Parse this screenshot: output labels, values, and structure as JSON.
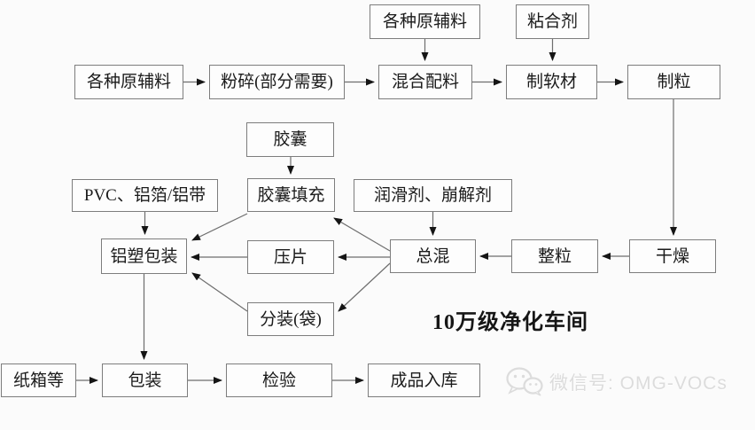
{
  "diagram": {
    "title": "10万级净化车间",
    "nodes": {
      "raw_top": "各种原辅料",
      "binder": "粘合剂",
      "raw_left": "各种原辅料",
      "crush": "粉碎(部分需要)",
      "mix": "混合配料",
      "soft_material": "制软材",
      "granulate": "制粒",
      "capsule": "胶囊",
      "pvc_foil": "PVC、铝箔/铝带",
      "capsule_fill": "胶囊填充",
      "lubricant": "润滑剂、崩解剂",
      "blister_pack": "铝塑包装",
      "tablet_press": "压片",
      "total_mix": "总混",
      "sizing": "整粒",
      "drying": "干燥",
      "sachet": "分装(袋)",
      "carton": "纸箱等",
      "packing": "包装",
      "inspection": "检验",
      "warehouse": "成品入库"
    },
    "edges": [
      {
        "from": "raw_left",
        "to": "crush"
      },
      {
        "from": "crush",
        "to": "mix"
      },
      {
        "from": "raw_top",
        "to": "mix"
      },
      {
        "from": "mix",
        "to": "soft_material"
      },
      {
        "from": "binder",
        "to": "soft_material"
      },
      {
        "from": "soft_material",
        "to": "granulate"
      },
      {
        "from": "granulate",
        "to": "drying"
      },
      {
        "from": "drying",
        "to": "sizing"
      },
      {
        "from": "sizing",
        "to": "total_mix"
      },
      {
        "from": "lubricant",
        "to": "total_mix"
      },
      {
        "from": "total_mix",
        "to": "capsule_fill"
      },
      {
        "from": "total_mix",
        "to": "tablet_press"
      },
      {
        "from": "total_mix",
        "to": "sachet"
      },
      {
        "from": "capsule",
        "to": "capsule_fill"
      },
      {
        "from": "capsule_fill",
        "to": "blister_pack"
      },
      {
        "from": "tablet_press",
        "to": "blister_pack"
      },
      {
        "from": "sachet",
        "to": "blister_pack"
      },
      {
        "from": "pvc_foil",
        "to": "blister_pack"
      },
      {
        "from": "blister_pack",
        "to": "packing"
      },
      {
        "from": "carton",
        "to": "packing"
      },
      {
        "from": "packing",
        "to": "inspection"
      },
      {
        "from": "inspection",
        "to": "warehouse"
      }
    ],
    "watermark": {
      "icon": "wechat-icon",
      "label": "微信号: OMG-VOCs"
    },
    "colors": {
      "background": "#fbfbfb",
      "box_border": "#7d7d7d",
      "line": "#6e6e6e",
      "arrowhead": "#151515",
      "text": "#1b1b1b",
      "watermark": "#dcdcdc"
    }
  }
}
